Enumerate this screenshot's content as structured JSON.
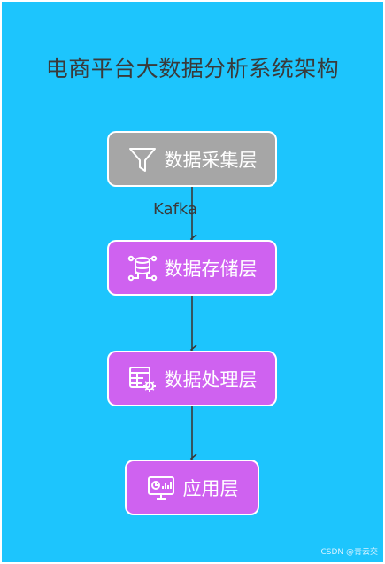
{
  "title": "电商平台大数据分析系统架构",
  "nodes": [
    {
      "label": "数据采集层",
      "icon": "funnel-icon"
    },
    {
      "label": "数据存储层",
      "icon": "database-network-icon"
    },
    {
      "label": "数据处理层",
      "icon": "table-gear-icon"
    },
    {
      "label": "应用层",
      "icon": "dashboard-monitor-icon"
    }
  ],
  "edges": [
    {
      "from": "数据采集层",
      "to": "数据存储层",
      "label": "Kafka"
    },
    {
      "from": "数据存储层",
      "to": "数据处理层",
      "label": ""
    },
    {
      "from": "数据处理层",
      "to": "应用层",
      "label": ""
    }
  ],
  "colors": {
    "background": "#1dc5fd",
    "collection_node": "#a6a6a6",
    "layer_node": "#cf62f0",
    "arrow": "#3a3a3a"
  },
  "watermark": "CSDN @青云交"
}
